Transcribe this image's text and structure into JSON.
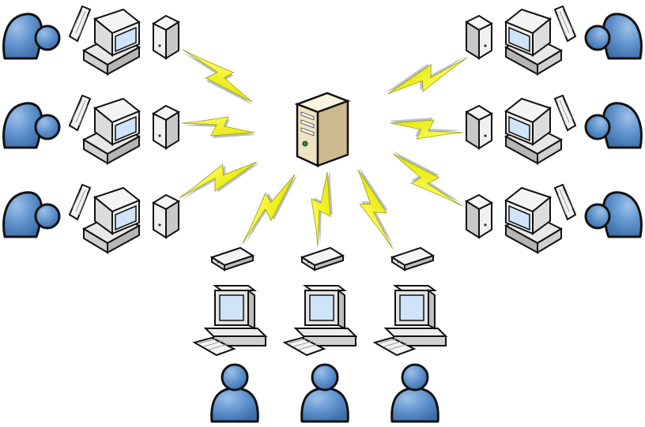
{
  "diagram": {
    "colors": {
      "background": "#ffffff",
      "user_fill": "#5b8fc9",
      "user_highlight": "#8fb7e6",
      "outline": "#111111",
      "device_light": "#f4f4f4",
      "device_mid": "#d7d7d7",
      "device_dark": "#a9a9a9",
      "screen_blue": "#cfe4f8",
      "server_front": "#efe3c2",
      "server_side": "#cdbb8f",
      "server_top": "#fbf4de",
      "bolt_yellow": "#f2f21a",
      "bolt_shadow": "#7f8c99"
    },
    "hub": {
      "name": "central-server",
      "icon": "server-tower-icon"
    },
    "stations": [
      {
        "id": "left-1",
        "group": "left",
        "icons": [
          "user-icon",
          "workstation-icon",
          "wireless-adapter-icon"
        ]
      },
      {
        "id": "left-2",
        "group": "left",
        "icons": [
          "user-icon",
          "workstation-icon",
          "wireless-adapter-icon"
        ]
      },
      {
        "id": "left-3",
        "group": "left",
        "icons": [
          "user-icon",
          "workstation-icon",
          "wireless-adapter-icon"
        ]
      },
      {
        "id": "right-1",
        "group": "right",
        "icons": [
          "user-icon",
          "workstation-icon",
          "wireless-adapter-icon"
        ]
      },
      {
        "id": "right-2",
        "group": "right",
        "icons": [
          "user-icon",
          "workstation-icon",
          "wireless-adapter-icon"
        ]
      },
      {
        "id": "right-3",
        "group": "right",
        "icons": [
          "user-icon",
          "workstation-icon",
          "wireless-adapter-icon"
        ]
      },
      {
        "id": "bottom-1",
        "group": "bottom",
        "icons": [
          "user-icon",
          "workstation-icon",
          "wireless-adapter-icon"
        ]
      },
      {
        "id": "bottom-2",
        "group": "bottom",
        "icons": [
          "user-icon",
          "workstation-icon",
          "wireless-adapter-icon"
        ]
      },
      {
        "id": "bottom-3",
        "group": "bottom",
        "icons": [
          "user-icon",
          "workstation-icon",
          "wireless-adapter-icon"
        ]
      }
    ],
    "links": [
      {
        "from": "central-server",
        "to": "left-1",
        "kind": "wireless-link"
      },
      {
        "from": "central-server",
        "to": "left-2",
        "kind": "wireless-link"
      },
      {
        "from": "central-server",
        "to": "left-3",
        "kind": "wireless-link"
      },
      {
        "from": "central-server",
        "to": "right-1",
        "kind": "wireless-link"
      },
      {
        "from": "central-server",
        "to": "right-2",
        "kind": "wireless-link"
      },
      {
        "from": "central-server",
        "to": "right-3",
        "kind": "wireless-link"
      },
      {
        "from": "central-server",
        "to": "bottom-1",
        "kind": "wireless-link"
      },
      {
        "from": "central-server",
        "to": "bottom-2",
        "kind": "wireless-link"
      },
      {
        "from": "central-server",
        "to": "bottom-3",
        "kind": "wireless-link"
      }
    ]
  }
}
